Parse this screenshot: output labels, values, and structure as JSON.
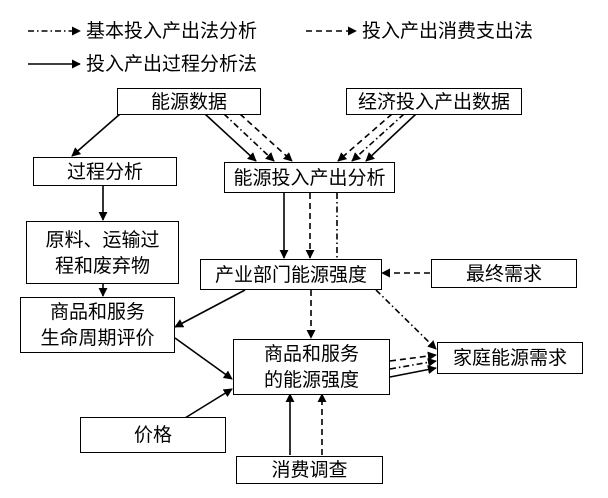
{
  "legend": {
    "basic_io": "基本投入产出法分析",
    "io_consumption": "投入产出消费支出法",
    "io_process": "投入产出过程分析法"
  },
  "nodes": {
    "energy_data": "能源数据",
    "economic_io_data": "经济投入产出数据",
    "process_analysis": "过程分析",
    "energy_io_analysis": "能源投入产出分析",
    "raw_materials": "原料、运输过\n程和废弃物",
    "sector_energy_intensity": "产业部门能源强度",
    "final_demand": "最终需求",
    "lca": "商品和服务\n生命周期评价",
    "goods_energy_intensity": "商品和服务\n的能源强度",
    "household_energy_demand": "家庭能源需求",
    "price": "价格",
    "consumption_survey": "消费调查"
  },
  "colors": {
    "stroke": "#000000",
    "background": "#ffffff"
  }
}
